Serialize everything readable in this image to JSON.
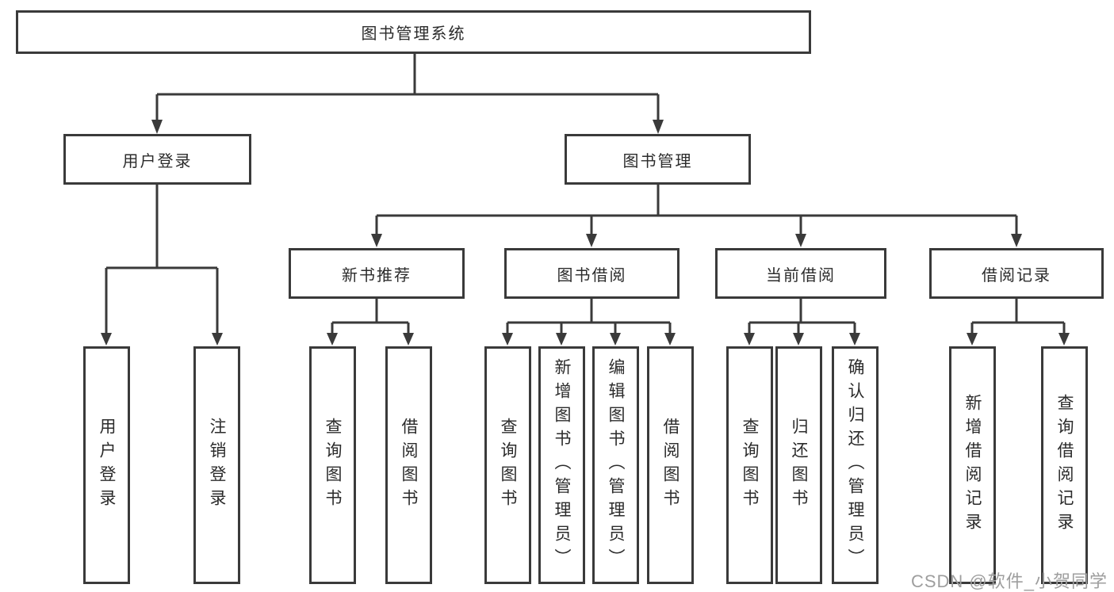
{
  "diagram": {
    "root": {
      "label": "图书管理系统"
    },
    "branches": [
      {
        "label": "用户登录",
        "children": [
          {
            "label": "用户登录"
          },
          {
            "label": "注销登录"
          }
        ]
      },
      {
        "label": "图书管理",
        "children": [
          {
            "label": "新书推荐",
            "children": [
              {
                "label": "查询图书"
              },
              {
                "label": "借阅图书"
              }
            ]
          },
          {
            "label": "图书借阅",
            "children": [
              {
                "label": "查询图书"
              },
              {
                "label": "新增图书（管理员）"
              },
              {
                "label": "编辑图书（管理员）"
              },
              {
                "label": "借阅图书"
              }
            ]
          },
          {
            "label": "当前借阅",
            "children": [
              {
                "label": "查询图书"
              },
              {
                "label": "归还图书"
              },
              {
                "label": "确认归还（管理员）"
              }
            ]
          },
          {
            "label": "借阅记录",
            "children": [
              {
                "label": "新增借阅记录"
              },
              {
                "label": "查询借阅记录"
              }
            ]
          }
        ]
      }
    ]
  },
  "watermark": {
    "text": "CSDN @软件_小贺同学"
  },
  "colors": {
    "line": "#3a3a3a",
    "node_border": "#3a3a3a",
    "node_text": "#2b2b2b",
    "watermark": "#9e9e9e",
    "background": "#ffffff"
  }
}
